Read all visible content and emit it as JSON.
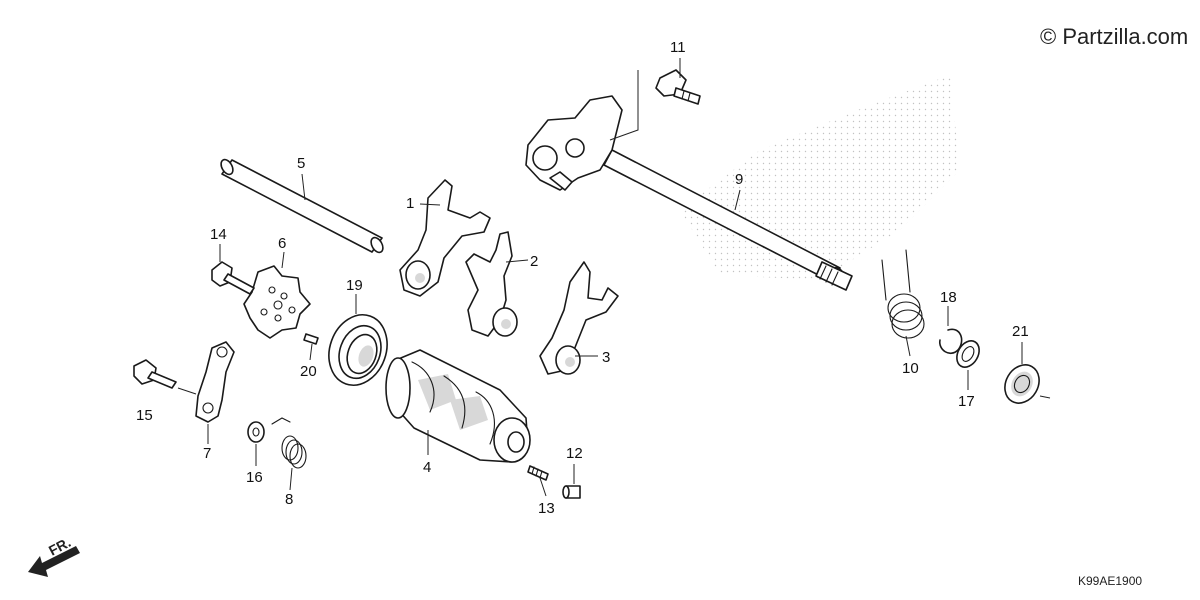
{
  "copyright": "© Partzilla.com",
  "diagram_code": "K99AE1900",
  "direction_label": "FR.",
  "callouts": [
    "1",
    "2",
    "3",
    "4",
    "5",
    "6",
    "7",
    "8",
    "9",
    "10",
    "11",
    "12",
    "13",
    "14",
    "15",
    "16",
    "17",
    "18",
    "19",
    "20",
    "21"
  ]
}
